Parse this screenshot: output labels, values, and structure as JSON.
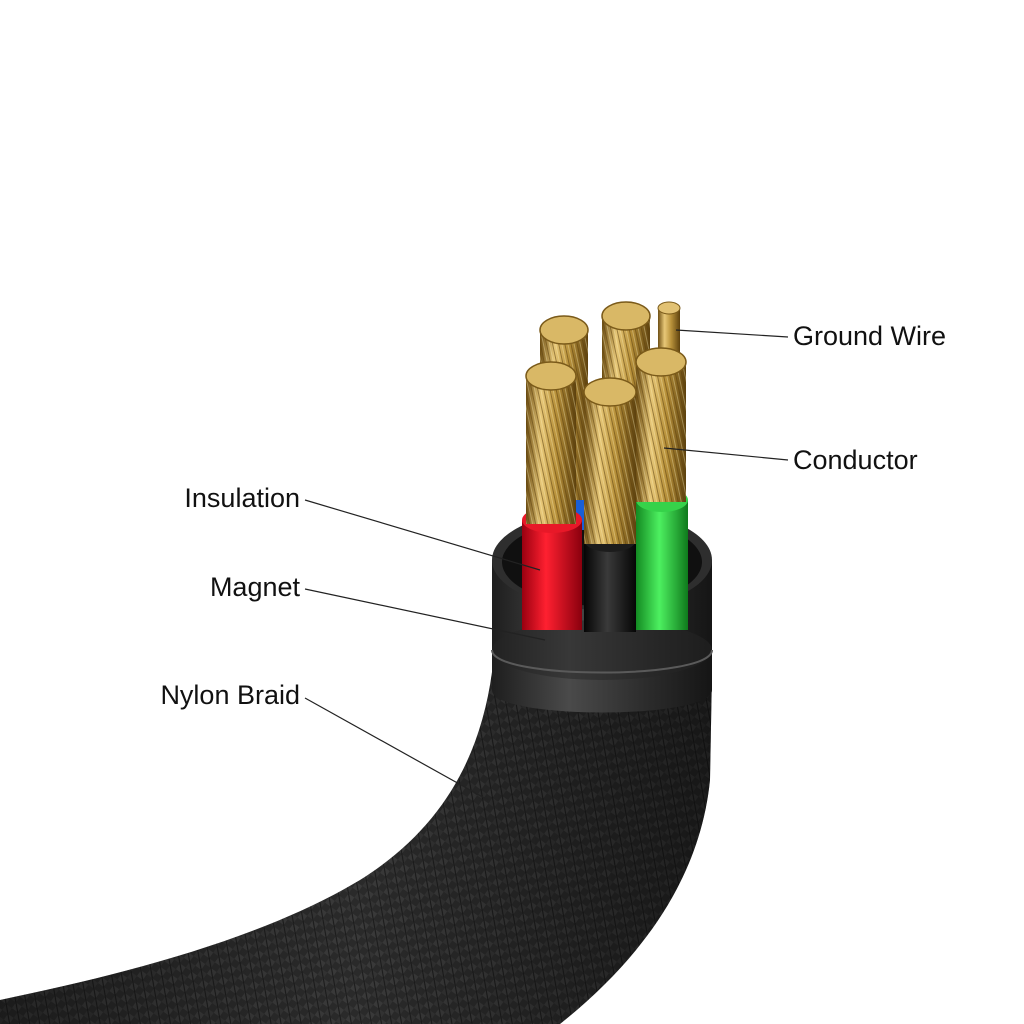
{
  "labels": {
    "ground_wire": "Ground Wire",
    "conductor": "Conductor",
    "insulation": "Insulation",
    "magnet": "Magnet",
    "nylon_braid": "Nylon Braid"
  },
  "colors": {
    "background": "#ffffff",
    "braid": "#2b2b2b",
    "magnet_sleeve": "#3a3a3a",
    "insulation_red": "#e0001a",
    "insulation_black": "#111111",
    "insulation_green": "#22c43a",
    "insulation_blue": "#1a5fd6",
    "copper_gold": "#c9a24a",
    "leader_line": "#222222"
  }
}
